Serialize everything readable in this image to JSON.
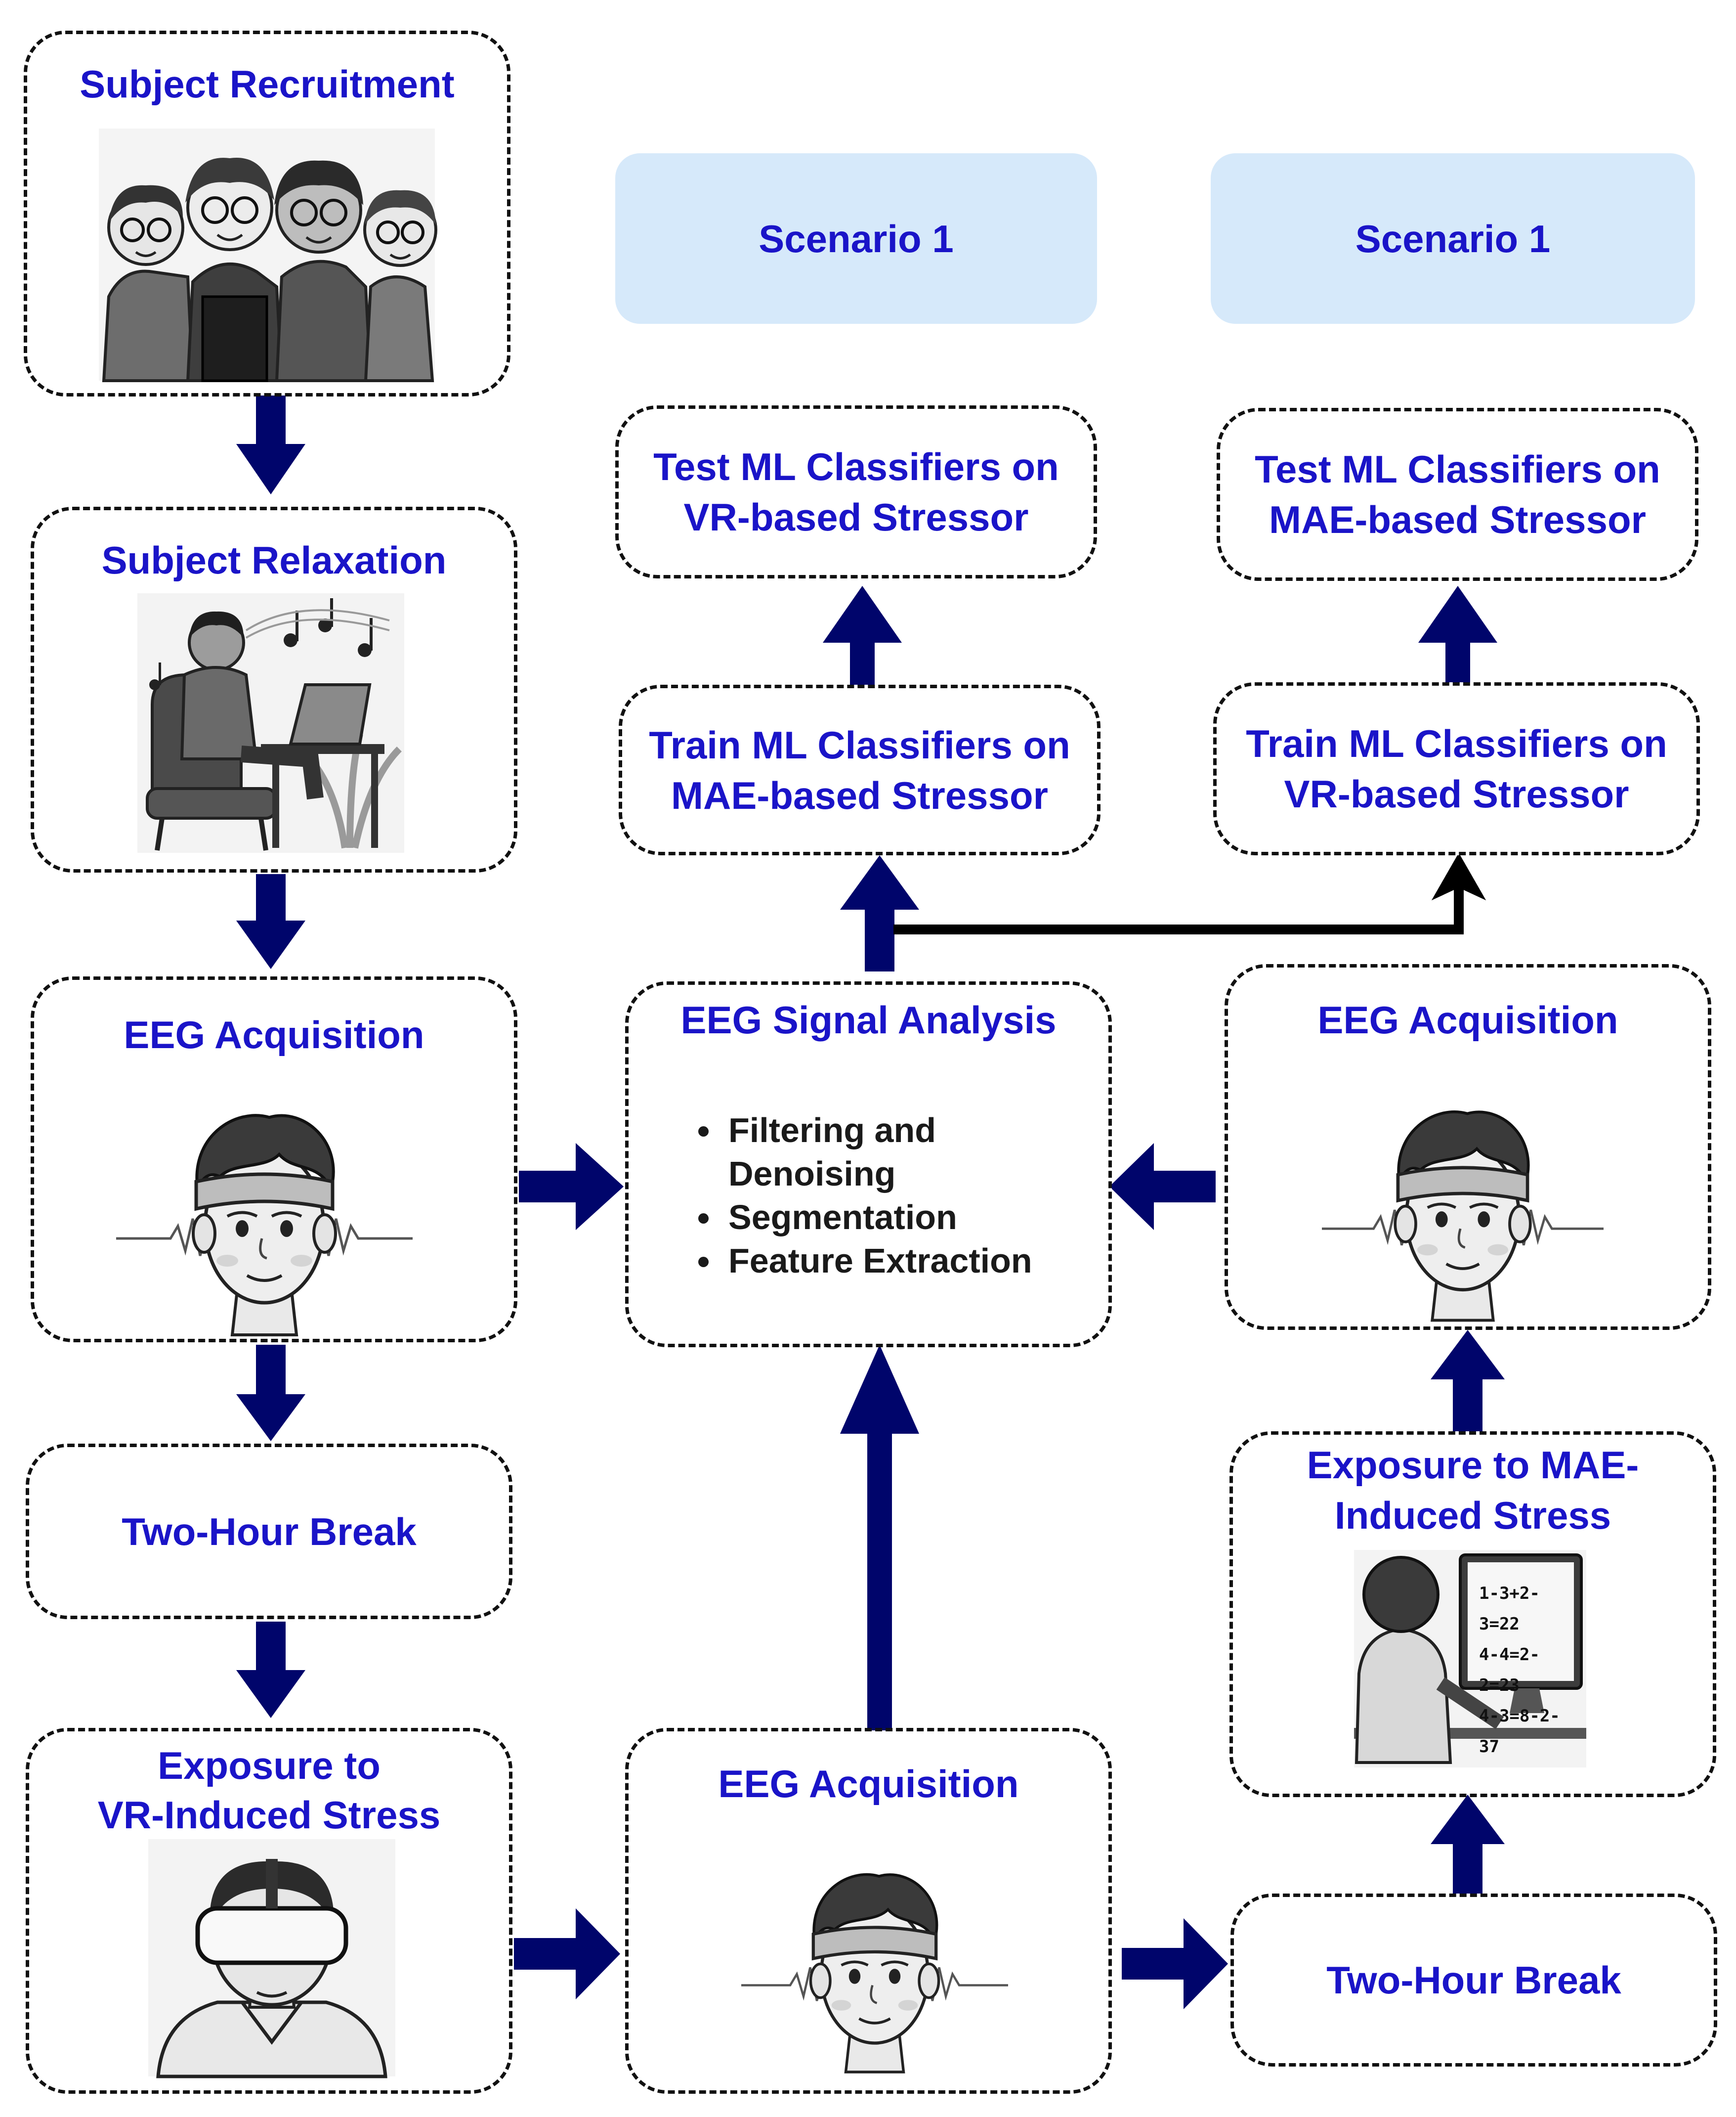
{
  "colors": {
    "title_text": "#1a14c8",
    "body_text": "#1a1a1a",
    "arrow_navy": "#00056b",
    "connector_black": "#000000",
    "scenario_fill": "#d6e9fa",
    "box_border": "#111111"
  },
  "scenarios": [
    {
      "label": "Scenario 1"
    },
    {
      "label": "Scenario 1"
    }
  ],
  "left_column": {
    "recruitment": {
      "title": "Subject Recruitment",
      "image": "group-of-students-illustration"
    },
    "relaxation": {
      "title": "Subject Relaxation",
      "image": "relaxing-with-music-illustration"
    },
    "eeg_acquisition": {
      "title": "EEG Acquisition",
      "image": "eeg-headband-head-illustration"
    },
    "break": {
      "title": "Two-Hour Break"
    },
    "vr_exposure": {
      "title_line1": "Exposure to",
      "title_line2": "VR-Induced Stress",
      "image": "vr-headset-person-illustration"
    }
  },
  "middle_column": {
    "test_vr": {
      "line1": "Test ML Classifiers on",
      "line2": "VR-based Stressor"
    },
    "train_mae": {
      "line1": "Train ML Classifiers on",
      "line2": "MAE-based Stressor"
    },
    "signal_analysis": {
      "title": "EEG Signal Analysis",
      "steps": [
        "Filtering and Denoising",
        "Segmentation",
        "Feature Extraction"
      ]
    },
    "eeg_acquisition": {
      "title": "EEG Acquisition",
      "image": "eeg-headband-head-illustration"
    }
  },
  "right_column": {
    "test_mae": {
      "line1": "Test ML Classifiers on",
      "line2": "MAE-based Stressor"
    },
    "train_vr": {
      "line1": "Train ML Classifiers on",
      "line2": "VR-based Stressor"
    },
    "eeg_acquisition": {
      "title": "EEG Acquisition",
      "image": "eeg-headband-head-illustration"
    },
    "mae_exposure": {
      "title_line1": "Exposure to MAE-",
      "title_line2": "Induced Stress",
      "image": "mental-arithmetic-screen-illustration",
      "screen_lines": [
        "1-3+2-3=22",
        "4-4=2-2=23",
        "4-3=8-2-37"
      ]
    },
    "break": {
      "title": "Two-Hour Break"
    }
  }
}
